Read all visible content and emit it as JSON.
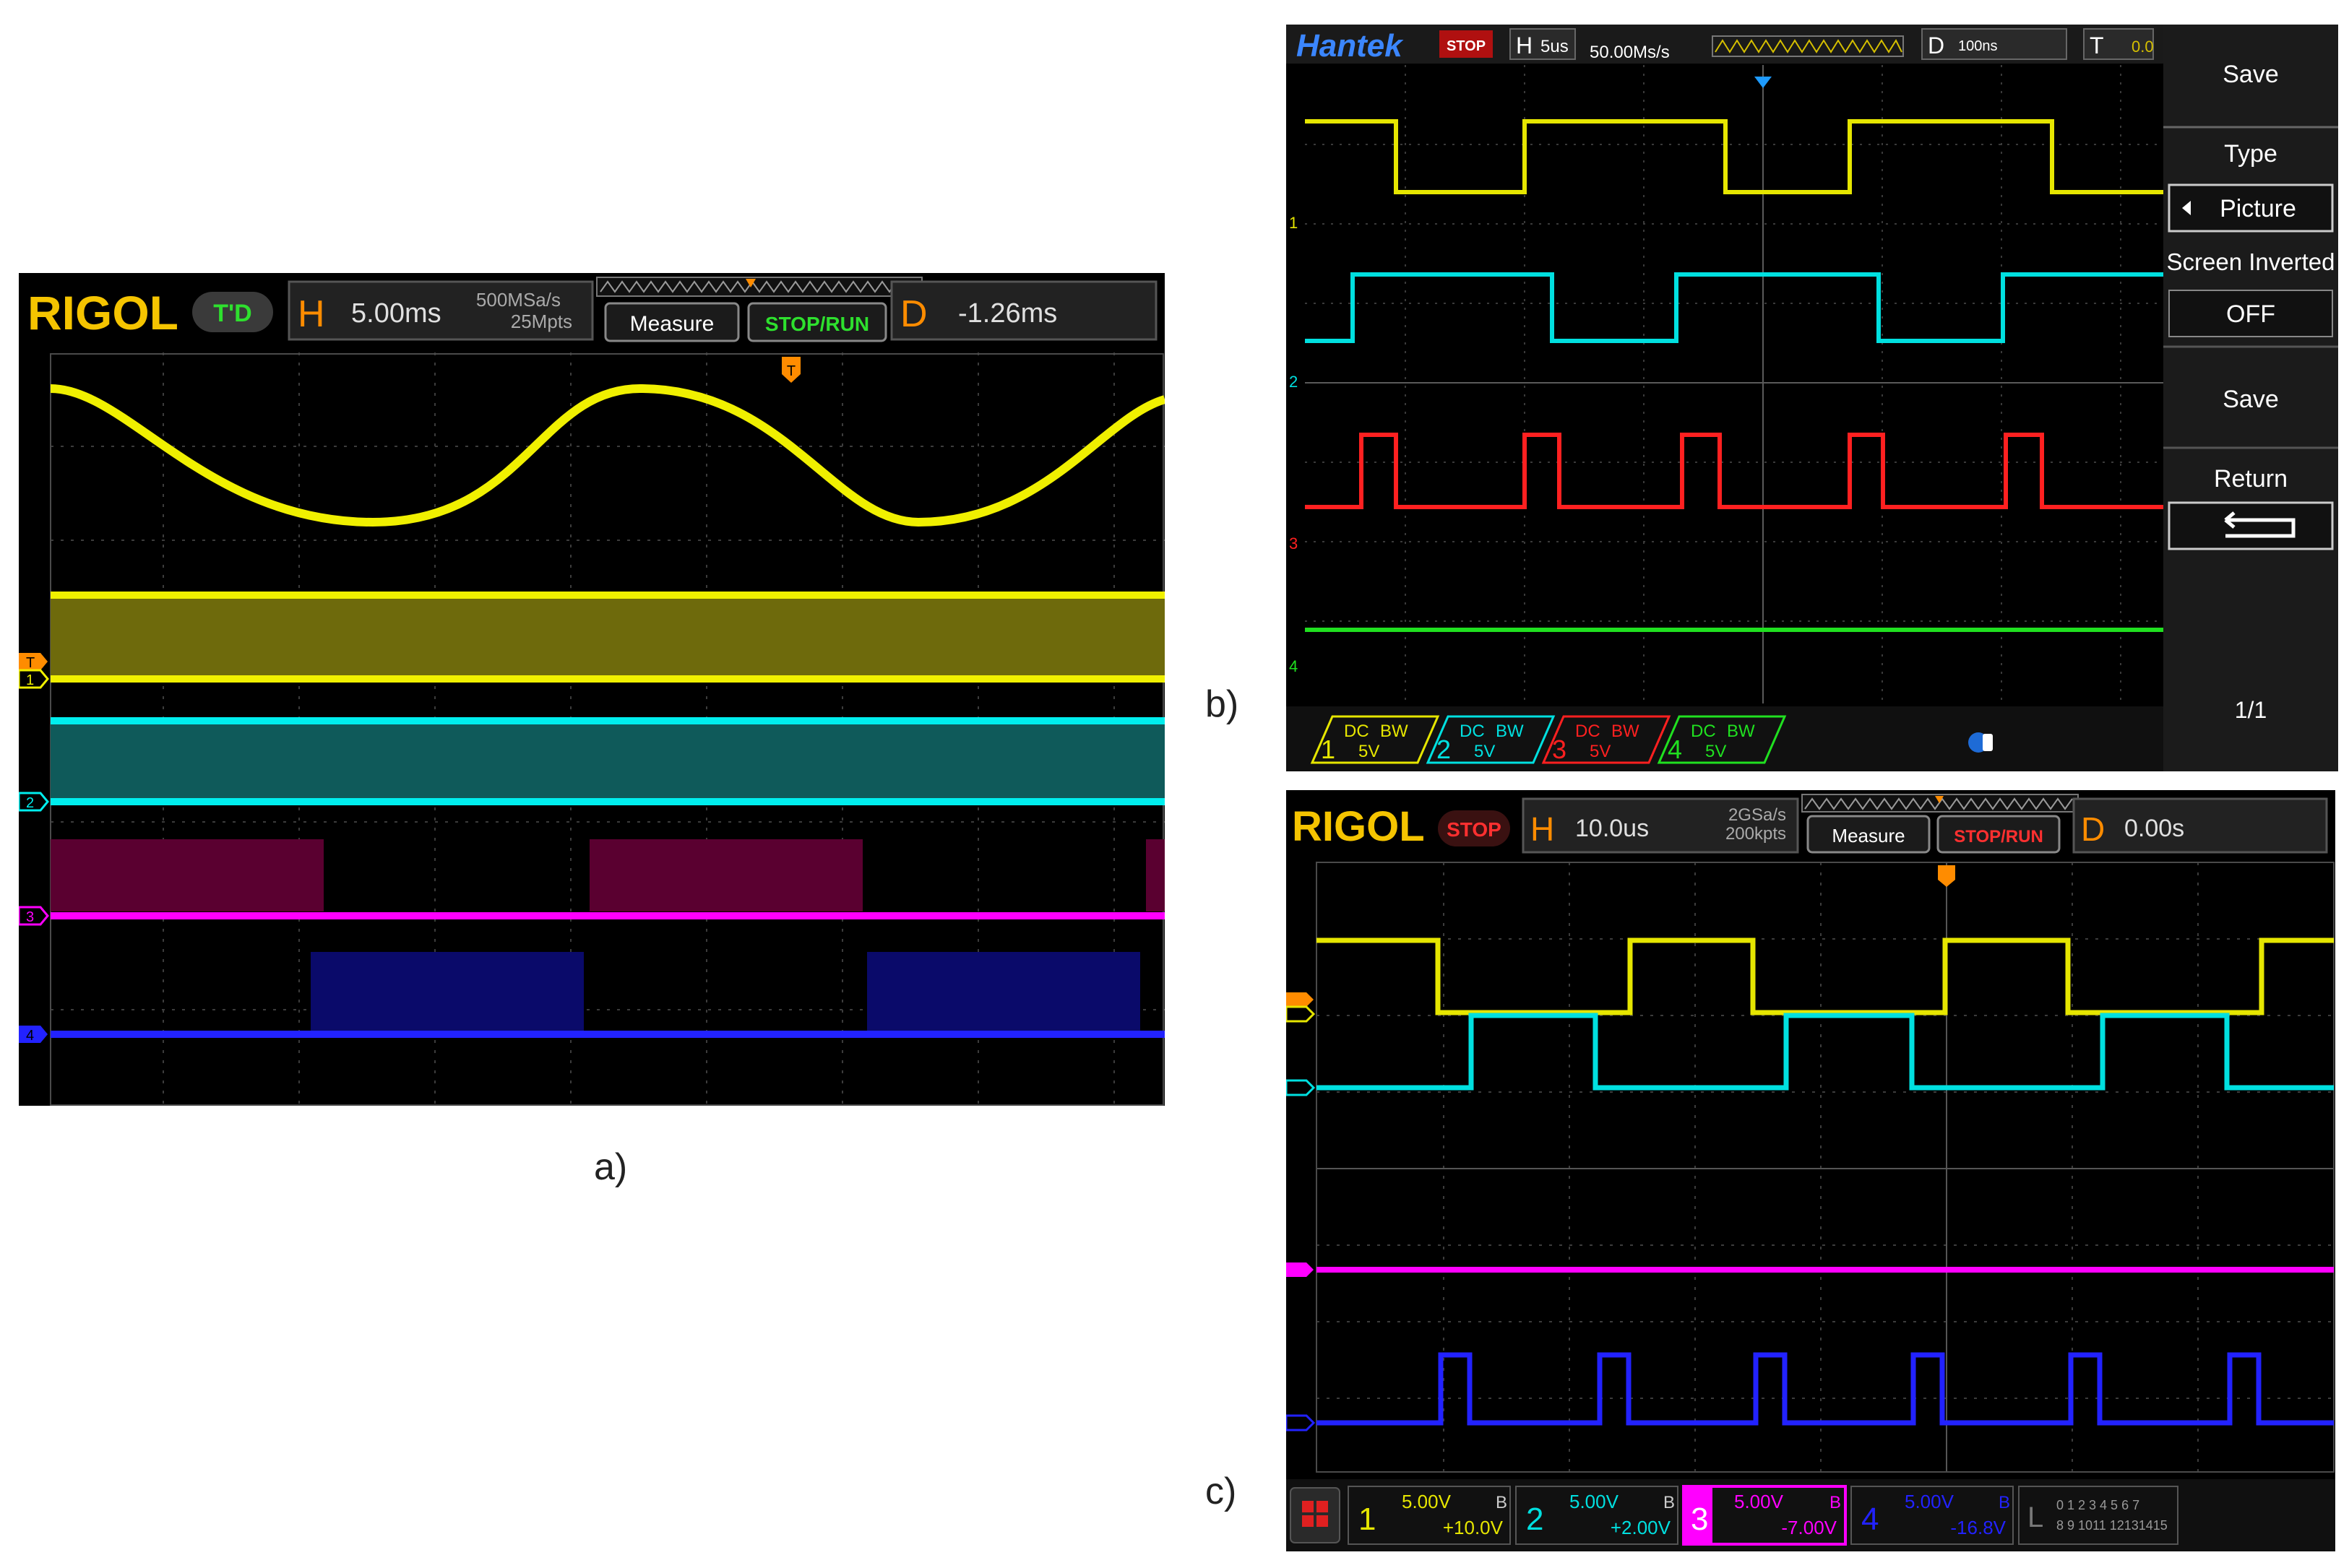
{
  "labels": {
    "a": "a)",
    "b": "b)",
    "c": "c)"
  },
  "colors": {
    "ch1": "#ffff00",
    "ch2": "#00ffff",
    "ch3_rigol": "#ff00ff",
    "ch4_rigol": "#1111ff",
    "ch3_hantek": "#ff2020",
    "ch4_hantek": "#20ff20",
    "trigger": "#ff8c00",
    "hantek_blue": "#1e6bd6"
  },
  "panel_a": {
    "brand": "RIGOL",
    "run_state": "T'D",
    "h_label": "H",
    "timebase": "5.00ms",
    "sample_rate": "500MSa/s",
    "memory_depth": "25Mpts",
    "measure_label": "Measure",
    "stoprun_label": "STOP/RUN",
    "d_label": "D",
    "delay": "-1.26ms",
    "trigger_marker": "T",
    "channel_markers": [
      "1",
      "2",
      "3",
      "4"
    ]
  },
  "panel_b": {
    "brand": "Hantek",
    "run_state": "STOP",
    "h_label": "H",
    "timebase": "5us",
    "sample_rate": "50.00Ms/s",
    "d_label": "D",
    "delay": "100ns",
    "t_label": "T",
    "t_value": "0.0",
    "menu": {
      "title": "Save",
      "type_label": "Type",
      "type_value": "Picture",
      "inverted_label": "Screen Inverted",
      "inverted_value": "OFF",
      "save_label": "Save",
      "return_label": "Return",
      "page": "1/1"
    },
    "channels": [
      {
        "num": "1",
        "coupling": "DC",
        "bw": "BW",
        "scale": "5V"
      },
      {
        "num": "2",
        "coupling": "DC",
        "bw": "BW",
        "scale": "5V"
      },
      {
        "num": "3",
        "coupling": "DC",
        "bw": "BW",
        "scale": "5V"
      },
      {
        "num": "4",
        "coupling": "DC",
        "bw": "BW",
        "scale": "5V"
      }
    ]
  },
  "panel_c": {
    "brand": "RIGOL",
    "run_state": "STOP",
    "h_label": "H",
    "timebase": "10.0us",
    "sample_rate": "2GSa/s",
    "memory_depth": "200kpts",
    "measure_label": "Measure",
    "stoprun_label": "STOP/RUN",
    "d_label": "D",
    "delay": "0.00s",
    "channels": [
      {
        "num": "1",
        "scale": "5.00V",
        "offset": "+10.0V",
        "flag": "B"
      },
      {
        "num": "2",
        "scale": "5.00V",
        "offset": "+2.00V",
        "flag": "B"
      },
      {
        "num": "3",
        "scale": "5.00V",
        "offset": "-7.00V",
        "flag": "B"
      },
      {
        "num": "4",
        "scale": "5.00V",
        "offset": "-16.8V",
        "flag": "B"
      }
    ],
    "logic_label": "L",
    "logic_bits_row1": "0 1 2 3  4 5 6 7",
    "logic_bits_row2": "8 9 1011 12131415"
  }
}
